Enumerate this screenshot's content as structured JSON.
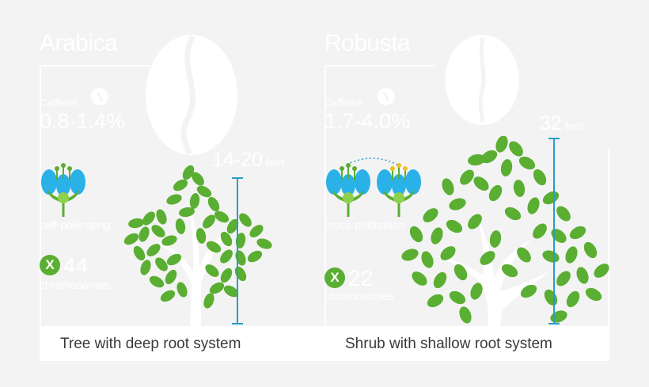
{
  "colors": {
    "leaf": "#5aae32",
    "petal": "#2ab1e8",
    "scale": "#2b9bc9",
    "white": "#ffffff",
    "background": "#f3f3f3"
  },
  "arabica": {
    "title": "Arabica",
    "caffeine_label": "Caffeine",
    "caffeine_value": "0.8-1.4%",
    "height": "14-20",
    "height_unit": "feet",
    "pollination": "self-pollinating",
    "chromosome_icon": "X",
    "chromosomes": "44",
    "chromosomes_label": "chromosomes",
    "caption": "Tree with deep root system"
  },
  "robusta": {
    "title": "Robusta",
    "caffeine_label": "Caffeine",
    "caffeine_value": "1.7-4.0%",
    "height": "32",
    "height_unit": "feet",
    "pollination": "cross-pollination",
    "chromosome_icon": "X",
    "chromosomes": "22",
    "chromosomes_label": "chromosomes",
    "caption": "Shrub with shallow root system"
  },
  "icons": [
    "coffee-bean-icon",
    "flower-icon",
    "chromosome-icon",
    "tree-icon",
    "shrub-icon"
  ]
}
